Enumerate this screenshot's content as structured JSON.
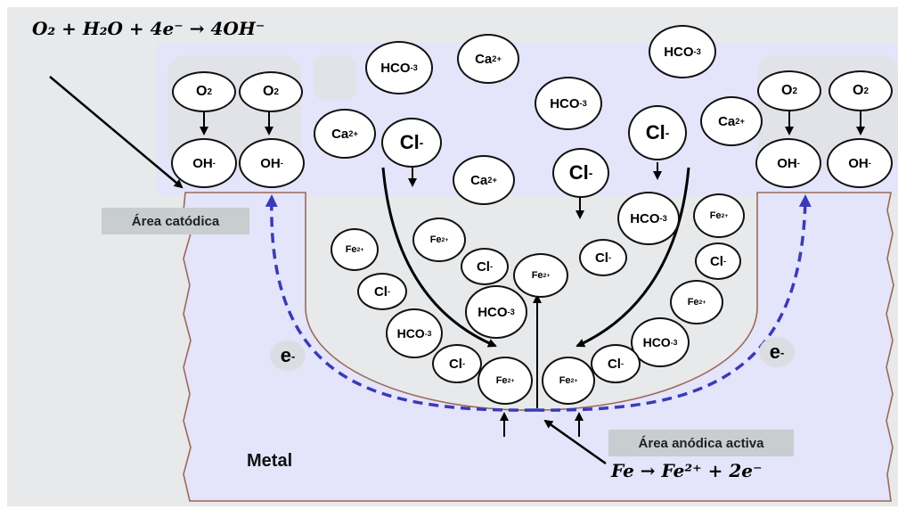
{
  "equations": {
    "cathodic": "O₂ + H₂O + 4e⁻ → 4OH⁻",
    "anodic": "Fe → Fe²⁺ + 2e⁻"
  },
  "labels": {
    "cathode_area": "Área catódica",
    "anode_area": "Área anódica activa",
    "metal": "Metal"
  },
  "species": {
    "O2": "O2",
    "OH": "OH-",
    "Cl": "Cl-",
    "Ca": "Ca2+",
    "HCO3": "HCO-3",
    "Fe": "Fe2+",
    "e": "e-"
  },
  "colors": {
    "solution": "#e4e4fb",
    "backdrop": "#e7e9eb",
    "pit_outline": "#9a6a58",
    "electron_path": "#3a3ab8"
  }
}
